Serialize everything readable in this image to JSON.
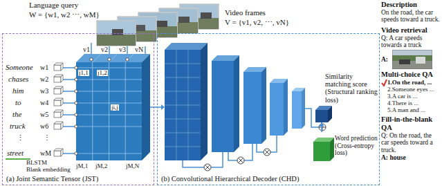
{
  "diagram": {
    "nodes": [
      {
        "text": [
          "(a) Joint Semantic Tensor (JST)"
        ]
      },
      {
        "text": [
          "(b) Convolutional Hierarchical Decoder (CHD)"
        ]
      },
      {
        "text": [
          "Similarity matching score (Structural ranking loss)"
        ],
        "in": 1
      },
      {
        "text": [
          "Word prediction (Cross-entropy loss)"
        ],
        "in": 1
      }
    ],
    "edges": [
      {
        "from": 3,
        "to": 2,
        "arrow": "to"
      }
    ],
    "labels": [
      "Language query",
      "W = {w1, w2 ⋯, wM}",
      "Video frames",
      "V = {v1, v2, ⋯, vN}",
      "Someone",
      "chases",
      "him",
      "to",
      "the",
      "truck",
      "⋮",
      "street",
      "w1",
      "w2",
      "w3",
      "w4",
      "w5",
      "w6",
      "⋮",
      "wM",
      "BLSTM",
      "Blank embedding",
      "v1",
      "v2",
      "v3",
      "vN",
      "j1,1",
      "j1,2",
      "ji,j",
      "jM,1",
      "jM,2",
      "jM,N",
      "Description",
      "On the road, the car speeds toward a truck.",
      "Video retrieval",
      "Q: A car speeds towards a truck",
      "A:",
      "Multi-choice QA",
      "1.On the road, ...",
      "2.Someone eyes ...",
      "3.A car is ...",
      "4.There is ...",
      "5.A man and ...",
      "Fill-in-the-blank QA",
      "Q: On the road, the car speeds toward a truck.",
      "A: house"
    ]
  }
}
